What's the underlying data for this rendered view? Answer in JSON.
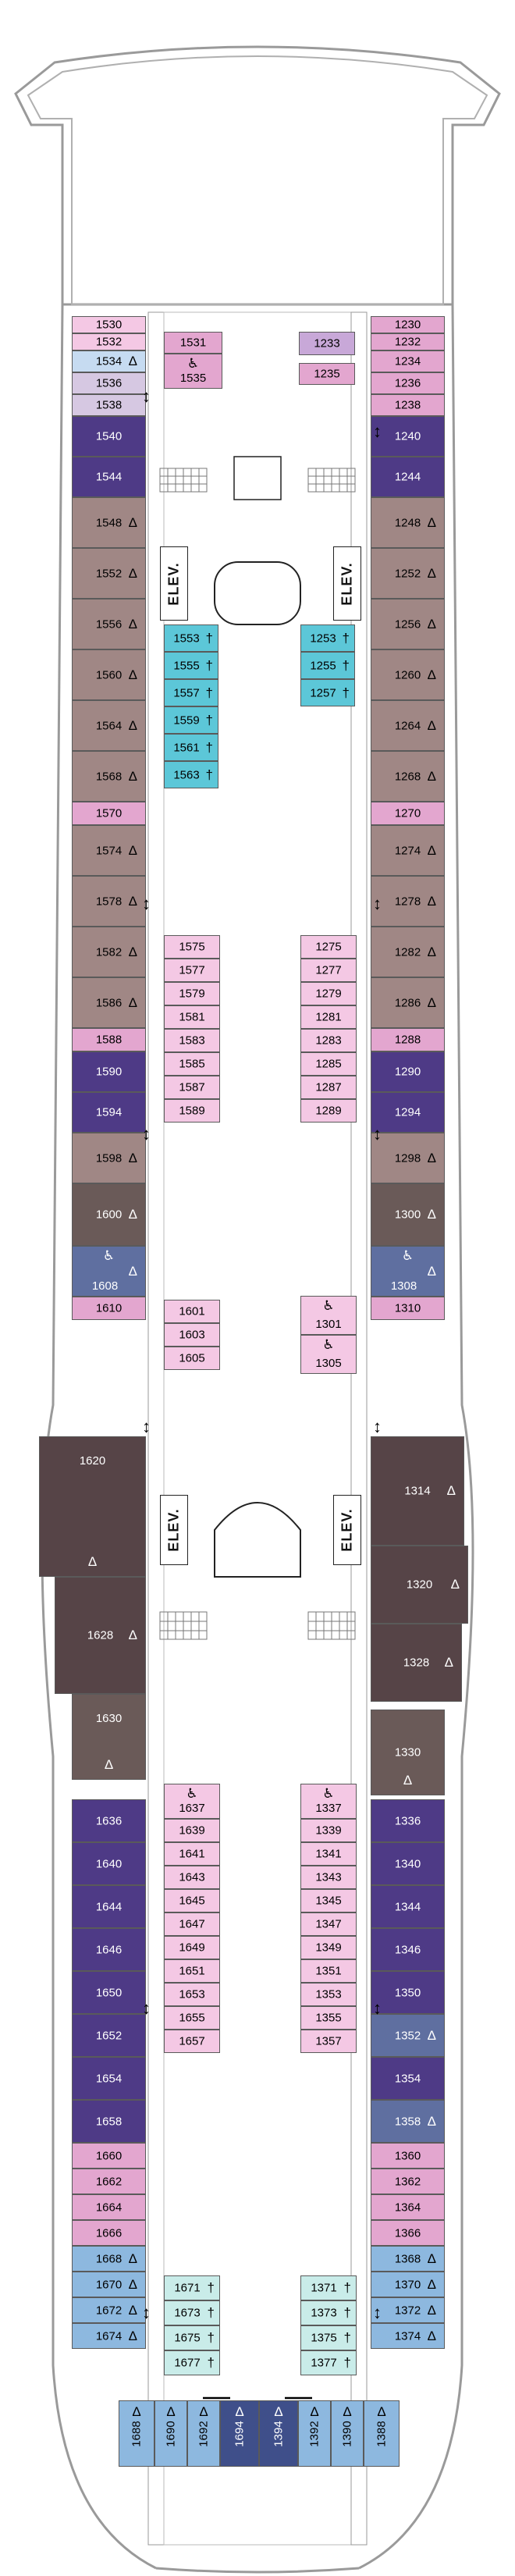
{
  "legend_symbols": {
    "accessible": "♿",
    "sofa_bed": "Δ",
    "third_berth": "†",
    "connecting": "↕",
    "elevator": "ELEV."
  },
  "colors": {
    "pink": "#e3a6cf",
    "light_pink": "#f4c8e4",
    "blue": "#8db8df",
    "light_blue": "#c6dbf1",
    "cyan": "#5cc7d8",
    "light_cyan": "#c9ece9",
    "lavender": "#d6c8e2",
    "purple": "#4e3a86",
    "mauve": "#a08785",
    "dark_brown": "#6a5a58",
    "dark_slate": "#564447",
    "steel_blue": "#5f6fa0",
    "navy": "#3f4f8a",
    "outline": "#9a9a9a"
  },
  "elevators": [
    "ELEV.",
    "ELEV.",
    "ELEV.",
    "ELEV."
  ],
  "cabins": {
    "port_outside": [
      {
        "n": "1530",
        "c": "light_pink"
      },
      {
        "n": "1532",
        "c": "light_pink"
      },
      {
        "n": "1534",
        "c": "light_blue",
        "sym": "Δ"
      },
      {
        "n": "1536",
        "c": "lavender"
      },
      {
        "n": "1538",
        "c": "lavender"
      },
      {
        "n": "1540",
        "c": "purple"
      },
      {
        "n": "1544",
        "c": "purple"
      },
      {
        "n": "1548",
        "c": "mauve",
        "sym": "Δ"
      },
      {
        "n": "1552",
        "c": "mauve",
        "sym": "Δ"
      },
      {
        "n": "1556",
        "c": "mauve",
        "sym": "Δ"
      },
      {
        "n": "1560",
        "c": "mauve",
        "sym": "Δ"
      },
      {
        "n": "1564",
        "c": "mauve",
        "sym": "Δ"
      },
      {
        "n": "1568",
        "c": "mauve",
        "sym": "Δ"
      },
      {
        "n": "1570",
        "c": "pink"
      },
      {
        "n": "1574",
        "c": "mauve",
        "sym": "Δ"
      },
      {
        "n": "1578",
        "c": "mauve",
        "sym": "Δ"
      },
      {
        "n": "1582",
        "c": "mauve",
        "sym": "Δ"
      },
      {
        "n": "1586",
        "c": "mauve",
        "sym": "Δ"
      },
      {
        "n": "1588",
        "c": "pink"
      },
      {
        "n": "1590",
        "c": "purple"
      },
      {
        "n": "1594",
        "c": "purple"
      },
      {
        "n": "1598",
        "c": "mauve",
        "sym": "Δ"
      },
      {
        "n": "1600",
        "c": "dark_brown",
        "sym": "Δ"
      },
      {
        "n": "1608",
        "c": "steel_blue",
        "sym": "Δ",
        "acc": "♿"
      },
      {
        "n": "1610",
        "c": "pink"
      },
      {
        "n": "1620",
        "c": "dark_slate",
        "sym": "Δ"
      },
      {
        "n": "1628",
        "c": "dark_slate",
        "sym": "Δ"
      },
      {
        "n": "1630",
        "c": "dark_brown",
        "sym": "Δ"
      },
      {
        "n": "1636",
        "c": "purple"
      },
      {
        "n": "1640",
        "c": "purple"
      },
      {
        "n": "1644",
        "c": "purple"
      },
      {
        "n": "1646",
        "c": "purple"
      },
      {
        "n": "1650",
        "c": "purple"
      },
      {
        "n": "1652",
        "c": "purple"
      },
      {
        "n": "1654",
        "c": "purple"
      },
      {
        "n": "1658",
        "c": "purple"
      },
      {
        "n": "1660",
        "c": "pink"
      },
      {
        "n": "1662",
        "c": "pink"
      },
      {
        "n": "1664",
        "c": "pink"
      },
      {
        "n": "1666",
        "c": "pink"
      },
      {
        "n": "1668",
        "c": "blue",
        "sym": "Δ"
      },
      {
        "n": "1670",
        "c": "blue",
        "sym": "Δ"
      },
      {
        "n": "1672",
        "c": "blue",
        "sym": "Δ"
      },
      {
        "n": "1674",
        "c": "blue",
        "sym": "Δ"
      }
    ],
    "starboard_outside": [
      {
        "n": "1230",
        "c": "pink"
      },
      {
        "n": "1232",
        "c": "pink"
      },
      {
        "n": "1234",
        "c": "pink"
      },
      {
        "n": "1236",
        "c": "pink"
      },
      {
        "n": "1238",
        "c": "pink"
      },
      {
        "n": "1240",
        "c": "purple"
      },
      {
        "n": "1244",
        "c": "purple"
      },
      {
        "n": "1248",
        "c": "mauve",
        "sym": "Δ"
      },
      {
        "n": "1252",
        "c": "mauve",
        "sym": "Δ"
      },
      {
        "n": "1256",
        "c": "mauve",
        "sym": "Δ"
      },
      {
        "n": "1260",
        "c": "mauve",
        "sym": "Δ"
      },
      {
        "n": "1264",
        "c": "mauve",
        "sym": "Δ"
      },
      {
        "n": "1268",
        "c": "mauve",
        "sym": "Δ"
      },
      {
        "n": "1270",
        "c": "pink"
      },
      {
        "n": "1274",
        "c": "mauve",
        "sym": "Δ"
      },
      {
        "n": "1278",
        "c": "mauve",
        "sym": "Δ"
      },
      {
        "n": "1282",
        "c": "mauve",
        "sym": "Δ"
      },
      {
        "n": "1286",
        "c": "mauve",
        "sym": "Δ"
      },
      {
        "n": "1288",
        "c": "pink"
      },
      {
        "n": "1290",
        "c": "purple"
      },
      {
        "n": "1294",
        "c": "purple"
      },
      {
        "n": "1298",
        "c": "mauve",
        "sym": "Δ"
      },
      {
        "n": "1300",
        "c": "dark_brown",
        "sym": "Δ"
      },
      {
        "n": "1308",
        "c": "steel_blue",
        "sym": "Δ",
        "acc": "♿"
      },
      {
        "n": "1310",
        "c": "pink"
      },
      {
        "n": "1314",
        "c": "dark_slate",
        "sym": "Δ"
      },
      {
        "n": "1320",
        "c": "dark_slate",
        "sym": "Δ"
      },
      {
        "n": "1328",
        "c": "dark_slate",
        "sym": "Δ"
      },
      {
        "n": "1330",
        "c": "dark_brown",
        "sym": "Δ"
      },
      {
        "n": "1336",
        "c": "purple"
      },
      {
        "n": "1340",
        "c": "purple"
      },
      {
        "n": "1344",
        "c": "purple"
      },
      {
        "n": "1346",
        "c": "purple"
      },
      {
        "n": "1350",
        "c": "purple"
      },
      {
        "n": "1352",
        "c": "steel_blue",
        "sym": "Δ"
      },
      {
        "n": "1354",
        "c": "purple"
      },
      {
        "n": "1358",
        "c": "steel_blue",
        "sym": "Δ"
      },
      {
        "n": "1360",
        "c": "pink"
      },
      {
        "n": "1362",
        "c": "pink"
      },
      {
        "n": "1364",
        "c": "pink"
      },
      {
        "n": "1366",
        "c": "pink"
      },
      {
        "n": "1368",
        "c": "blue",
        "sym": "Δ"
      },
      {
        "n": "1370",
        "c": "blue",
        "sym": "Δ"
      },
      {
        "n": "1372",
        "c": "blue",
        "sym": "Δ"
      },
      {
        "n": "1374",
        "c": "blue",
        "sym": "Δ"
      }
    ],
    "port_inside_fwd_top": [
      {
        "n": "1531",
        "c": "pink"
      },
      {
        "n": "1535",
        "c": "pink",
        "acc": "♿"
      }
    ],
    "starboard_inside_fwd_top": [
      {
        "n": "1233",
        "c": "lavender_dark"
      },
      {
        "n": "1235",
        "c": "pink"
      }
    ],
    "port_inside_cyan": [
      "1553",
      "1555",
      "1557",
      "1559",
      "1561",
      "1563"
    ],
    "starboard_inside_cyan": [
      "1253",
      "1255",
      "1257"
    ],
    "port_inside_mid": [
      "1575",
      "1577",
      "1579",
      "1581",
      "1583",
      "1585",
      "1587",
      "1589"
    ],
    "starboard_inside_mid": [
      "1275",
      "1277",
      "1279",
      "1281",
      "1283",
      "1285",
      "1287",
      "1289"
    ],
    "port_inside_lower": [
      "1601",
      "1603",
      "1605"
    ],
    "starboard_inside_lower": [
      {
        "n": "1301",
        "acc": "♿"
      },
      {
        "n": "1305",
        "acc": "♿"
      }
    ],
    "port_inside_aft": [
      {
        "n": "1637",
        "acc": "♿"
      },
      {
        "n": "1639"
      },
      {
        "n": "1641"
      },
      {
        "n": "1643"
      },
      {
        "n": "1645"
      },
      {
        "n": "1647"
      },
      {
        "n": "1649"
      },
      {
        "n": "1651"
      },
      {
        "n": "1653"
      },
      {
        "n": "1655"
      },
      {
        "n": "1657"
      }
    ],
    "starboard_inside_aft": [
      {
        "n": "1337",
        "acc": "♿"
      },
      {
        "n": "1339"
      },
      {
        "n": "1341"
      },
      {
        "n": "1343"
      },
      {
        "n": "1345"
      },
      {
        "n": "1347"
      },
      {
        "n": "1349"
      },
      {
        "n": "1351"
      },
      {
        "n": "1353"
      },
      {
        "n": "1355"
      },
      {
        "n": "1357"
      }
    ],
    "port_inside_stern": [
      "1671",
      "1673",
      "1675",
      "1677"
    ],
    "starboard_inside_stern": [
      "1371",
      "1373",
      "1375",
      "1377"
    ],
    "stern": [
      {
        "n": "1688",
        "c": "blue",
        "sym": "Δ"
      },
      {
        "n": "1690",
        "c": "blue",
        "sym": "Δ"
      },
      {
        "n": "1692",
        "c": "blue",
        "sym": "Δ"
      },
      {
        "n": "1694",
        "c": "navy",
        "sym": "Δ"
      },
      {
        "n": "1394",
        "c": "navy",
        "sym": "Δ"
      },
      {
        "n": "1392",
        "c": "blue",
        "sym": "Δ"
      },
      {
        "n": "1390",
        "c": "blue",
        "sym": "Δ"
      },
      {
        "n": "1388",
        "c": "blue",
        "sym": "Δ"
      }
    ]
  }
}
